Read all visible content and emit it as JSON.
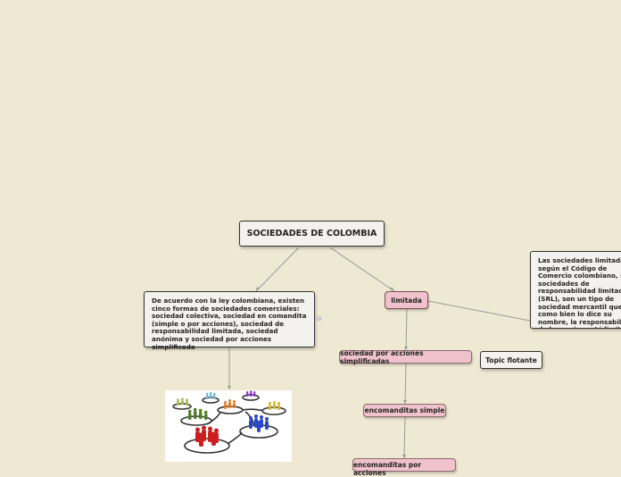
{
  "map": {
    "root": "SOCIEDADES DE COLOMBIA",
    "description": "De acuerdo con la ley colombiana, existen cinco formas de sociedades comerciales: sociedad colectiva, sociedad en comandita (simple o por acciones), sociedad de responsabilidad limitada, sociedad anónima y sociedad por acciones simplificada",
    "limitada": "limitada",
    "sas": "sociedad por acciones simplificadas",
    "comandita_simple": "encomanditas simple",
    "comandita_acciones": "encomanditas por acciones",
    "floating_topic": "Topic flotante",
    "note": "Las sociedades limitadas, según el Código de Comercio colombiano, son sociedades de responsabilidad limitada (SRL), son un tipo de sociedad mercantil que como bien lo dice su nombre, la responsabilidad de los socios está limitada hasta el monto del capital que cada uno aportó al momento de constituir la compañía."
  },
  "colors": {
    "background": "#efe8d3",
    "topic_fill": "#f0c3cc",
    "connector": "#9a9a9a"
  },
  "icons": [
    "link-icon",
    "people-network-image"
  ]
}
